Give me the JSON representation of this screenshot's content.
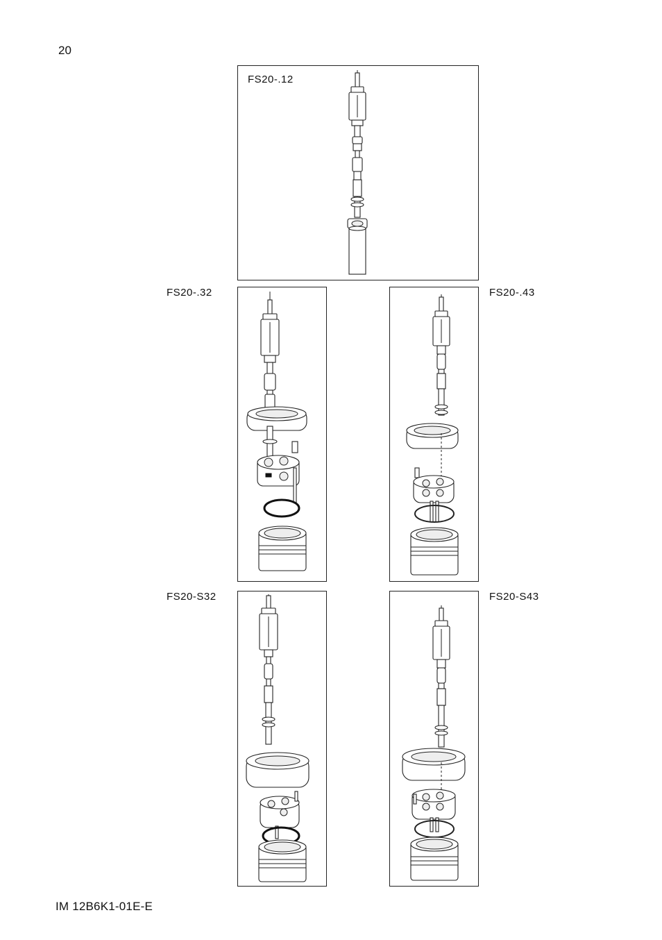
{
  "page": {
    "page_number": "20",
    "footer": "IM 12B6K1-01E-E"
  },
  "figures": {
    "fs20_12": {
      "label": "FS20-.12"
    },
    "fs20_32": {
      "label": "FS20-.32"
    },
    "fs20_43": {
      "label": "FS20-.43"
    },
    "fs20_s32": {
      "label": "FS20-S32"
    },
    "fs20_s43": {
      "label": "FS20-S43"
    }
  }
}
